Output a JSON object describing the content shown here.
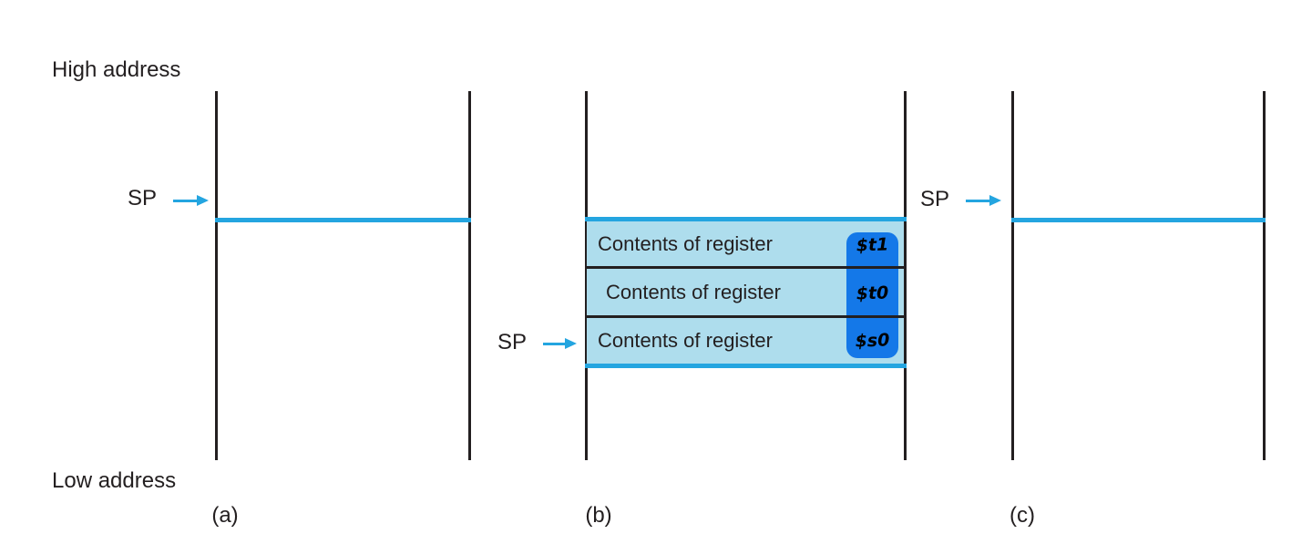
{
  "figure": {
    "high_address_label": "High address",
    "low_address_label": "Low address",
    "panels": {
      "a": {
        "caption": "(a)",
        "sp_label": "SP",
        "stack_entries": []
      },
      "b": {
        "caption": "(b)",
        "sp_label": "SP",
        "stack_entries": [
          {
            "text": "Contents of register",
            "register": "$t1"
          },
          {
            "text": "Contents of register",
            "register": "$t0"
          },
          {
            "text": "Contents of register",
            "register": "$s0"
          }
        ]
      },
      "c": {
        "caption": "(c)",
        "sp_label": "SP",
        "stack_entries": []
      }
    },
    "colors": {
      "accent_cyan": "#24a5e0",
      "stack_fill": "#aedded",
      "register_badge_blue": "#1478e8",
      "line_black": "#231f20"
    }
  }
}
